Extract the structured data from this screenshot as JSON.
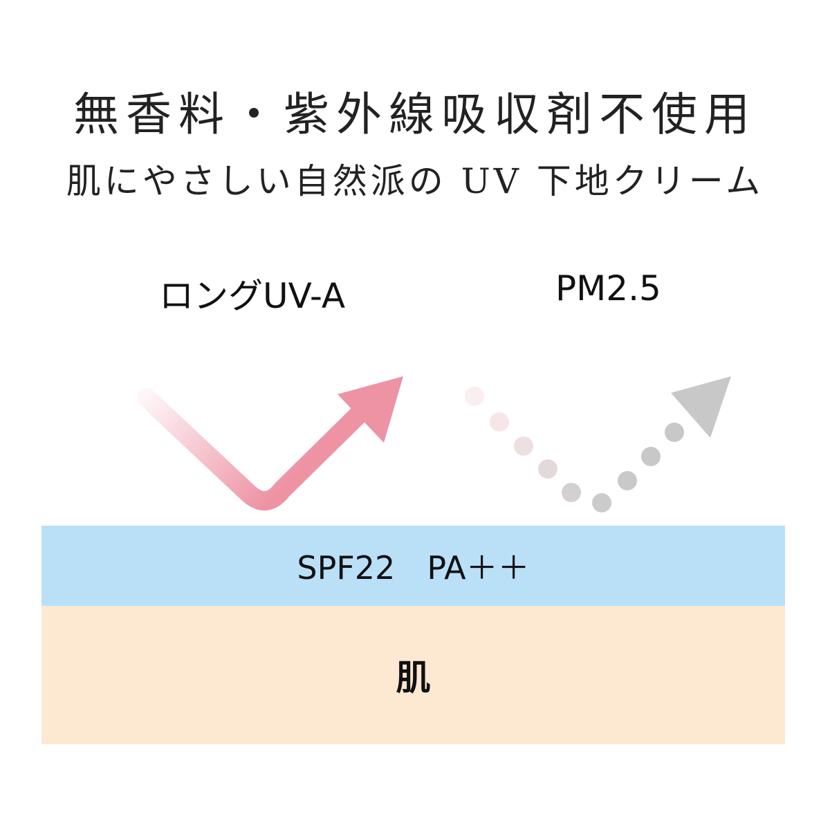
{
  "headline": "無香料・紫外線吸収剤不使用",
  "subheadline": "肌にやさしい自然派の UV 下地クリーム",
  "labels": {
    "uva": "ロングUV-A",
    "pm": "PM2.5"
  },
  "layers": {
    "protection": "SPF22　PA＋＋",
    "skin": "肌"
  },
  "colors": {
    "uv_arrow": "#ED93A4",
    "pm_arrow": "#C8C8C8",
    "protection_layer": "#BAE0F8",
    "skin_layer": "#FDE8D2"
  }
}
